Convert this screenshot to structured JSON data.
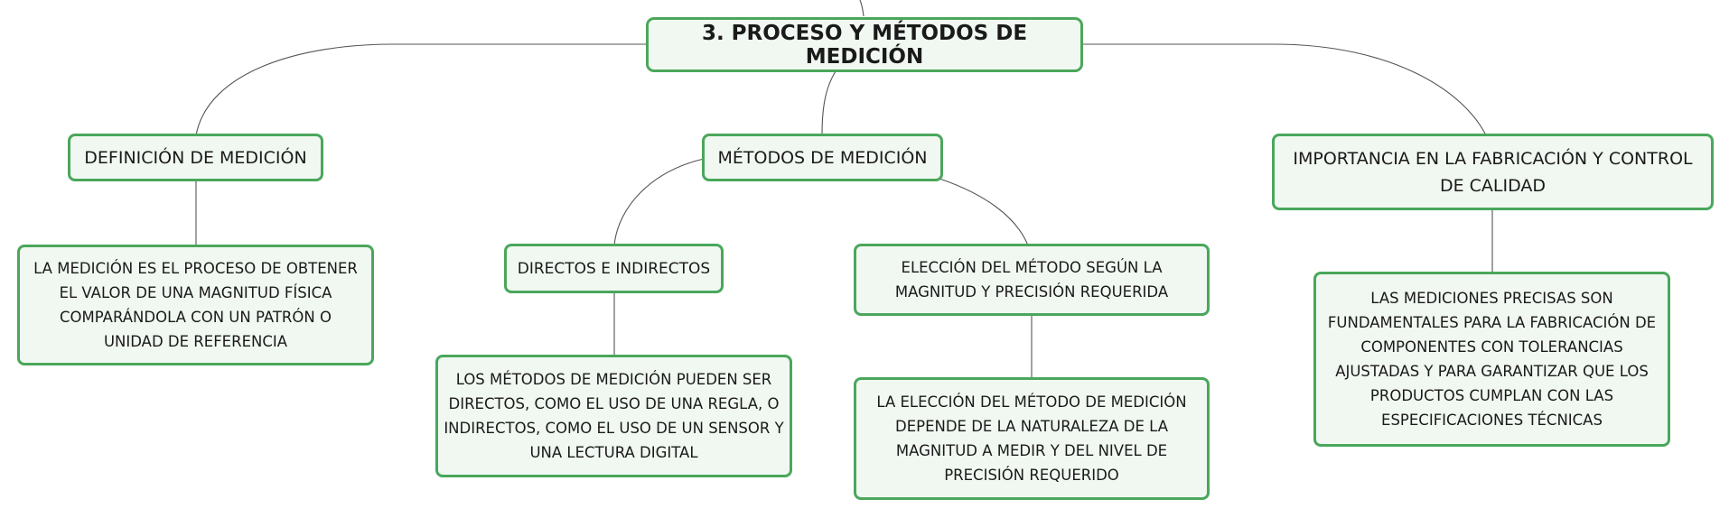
{
  "root": {
    "label": "3. PROCESO Y MÉTODOS DE MEDICIÓN"
  },
  "branches": {
    "definicion": {
      "label": "DEFINICIÓN DE MEDICIÓN",
      "detail": "LA MEDICIÓN ES EL PROCESO DE OBTENER EL VALOR DE UNA MAGNITUD FÍSICA COMPARÁNDOLA CON UN PATRÓN O UNIDAD DE REFERENCIA"
    },
    "metodos": {
      "label": "MÉTODOS DE MEDICIÓN",
      "directos": {
        "label": "DIRECTOS E INDIRECTOS",
        "detail": "LOS MÉTODOS DE MEDICIÓN PUEDEN SER DIRECTOS, COMO EL USO DE UNA REGLA, O INDIRECTOS, COMO EL USO DE UN SENSOR Y UNA LECTURA DIGITAL"
      },
      "eleccion": {
        "label": "ELECCIÓN DEL MÉTODO SEGÚN LA MAGNITUD Y PRECISIÓN REQUERIDA",
        "detail": "LA ELECCIÓN DEL MÉTODO DE MEDICIÓN DEPENDE DE LA NATURALEZA DE LA MAGNITUD A MEDIR Y DEL NIVEL DE PRECISIÓN REQUERIDO"
      }
    },
    "importancia": {
      "label": "IMPORTANCIA EN LA FABRICACIÓN Y CONTROL DE CALIDAD",
      "detail": "LAS MEDICIONES PRECISAS SON FUNDAMENTALES PARA LA FABRICACIÓN DE COMPONENTES CON TOLERANCIAS AJUSTADAS Y PARA GARANTIZAR QUE LOS PRODUCTOS CUMPLAN CON LAS ESPECIFICACIONES TÉCNICAS"
    }
  },
  "colors": {
    "node_border": "#4aa75b",
    "node_fill": "#f1f8f1",
    "connector": "#555555"
  }
}
